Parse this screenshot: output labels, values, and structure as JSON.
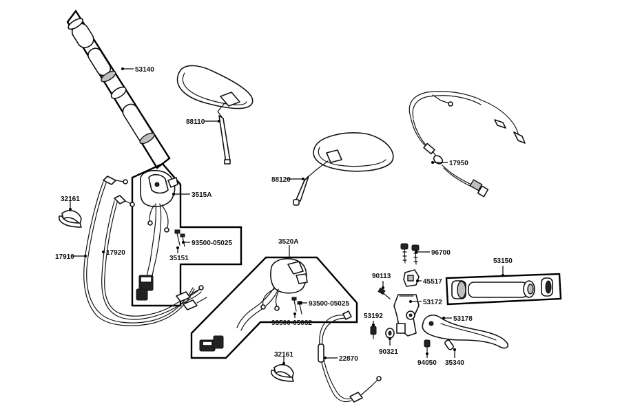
{
  "labels": {
    "p53140": "53140",
    "p88110": "88110",
    "p88120": "88120",
    "p17950": "17950",
    "p3515A": "3515A",
    "p32161a": "32161",
    "p17910": "17910",
    "p17920": "17920",
    "p93500_05025a": "93500-05025",
    "p35151": "35151",
    "p3520A": "3520A",
    "p93500_05025b": "93500-05025",
    "p93500_05032": "93500-05032",
    "p32161b": "32161",
    "p22870": "22870",
    "p96700": "96700",
    "p90113": "90113",
    "p45517": "45517",
    "p53172": "53172",
    "p53150": "53150",
    "p53192": "53192",
    "p53178": "53178",
    "p90321": "90321",
    "p94050": "94050",
    "p35340": "35340"
  }
}
